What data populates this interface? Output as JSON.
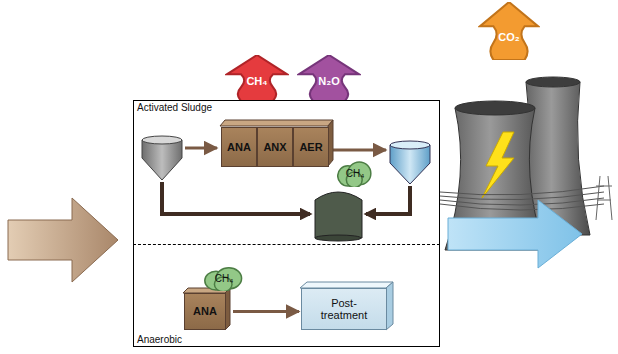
{
  "diagram": {
    "nodes": [
      {
        "text": [
          "CH₄"
        ]
      },
      {
        "text": [
          "N₂O"
        ]
      },
      {
        "text": [
          "CO₂"
        ]
      },
      {
        "text": [
          "Activated Sludge"
        ]
      },
      {
        "text": [
          "ANA"
        ],
        "in": 3
      },
      {
        "text": [
          "ANX"
        ],
        "in": 3
      },
      {
        "text": [
          "AER"
        ],
        "in": 3
      },
      {
        "text": [
          "CH₄"
        ],
        "in": 3
      },
      {
        "text": [
          "Anaerobic"
        ]
      },
      {
        "text": [
          "ANA"
        ],
        "in": 8
      },
      {
        "text": [
          "CH₄"
        ],
        "in": 8
      },
      {
        "text": [
          "Post-treatment"
        ],
        "in": 8
      }
    ],
    "edges": [
      {
        "from": 9,
        "to": 11,
        "arrow": "to"
      }
    ]
  }
}
